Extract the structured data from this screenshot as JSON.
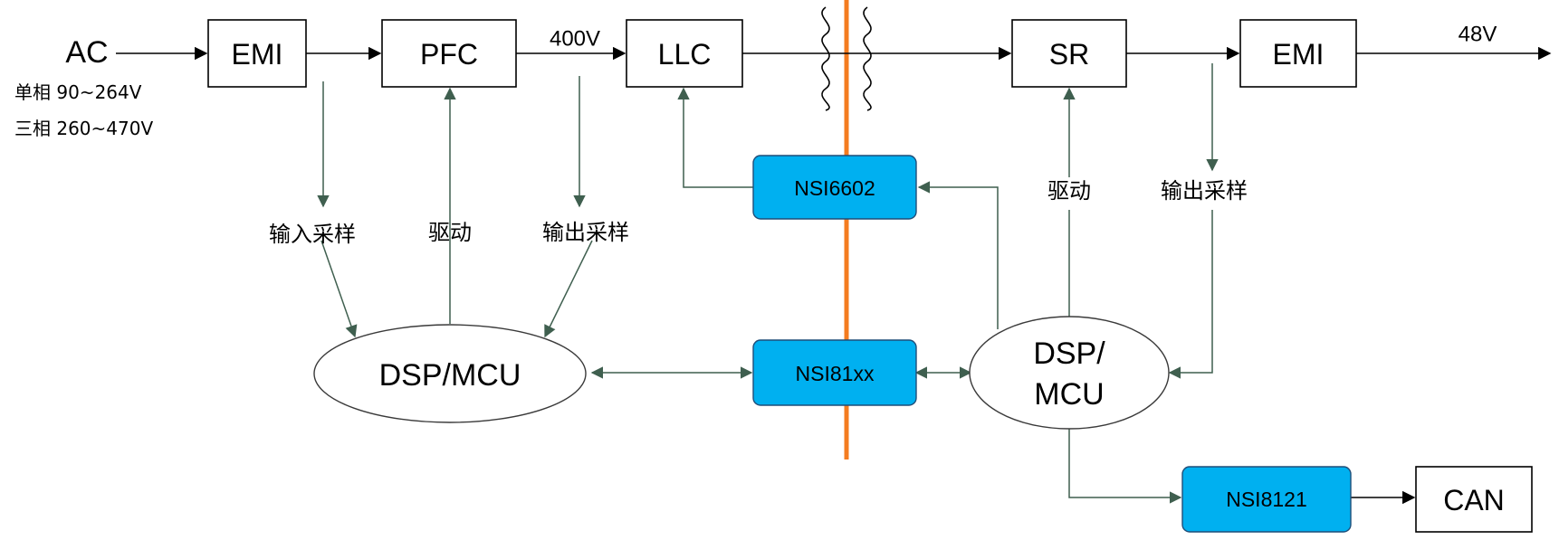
{
  "input": {
    "label": "AC",
    "single_phase": "单相 90~264V",
    "three_phase": "三相 260~470V"
  },
  "blocks": {
    "emi_in": "EMI",
    "pfc": "PFC",
    "llc": "LLC",
    "sr": "SR",
    "emi_out": "EMI",
    "can": "CAN"
  },
  "chips": {
    "nsi6602": "NSI6602",
    "nsi81xx": "NSI81xx",
    "nsi8121": "NSI8121"
  },
  "controllers": {
    "primary": "DSP/MCU",
    "secondary_line1": "DSP/",
    "secondary_line2": "MCU"
  },
  "labels": {
    "input_sampling": "输入采样",
    "pfc_drive": "驱动",
    "output_sampling_primary": "输出采样",
    "sr_drive": "驱动",
    "output_sampling_secondary": "输出采样"
  },
  "voltages": {
    "bus": "400V",
    "output": "48V"
  },
  "colors": {
    "chip_fill": "#00b0f0",
    "isolation_barrier": "#f47c20",
    "signal_wire": "#3f5f4f"
  }
}
